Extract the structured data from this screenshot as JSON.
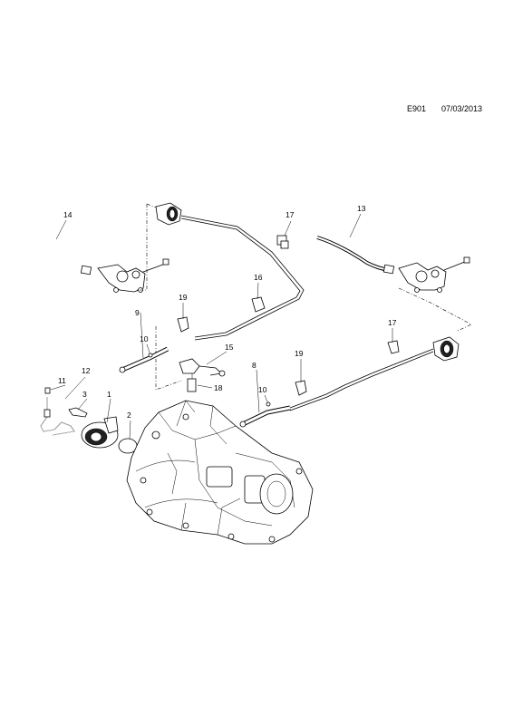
{
  "header": {
    "code": "E901",
    "date": "07/03/2013"
  },
  "callouts": [
    "1",
    "2",
    "3",
    "8",
    "9",
    "10",
    "10",
    "11",
    "12",
    "13",
    "14",
    "15",
    "16",
    "17",
    "17",
    "18",
    "19",
    "19"
  ]
}
